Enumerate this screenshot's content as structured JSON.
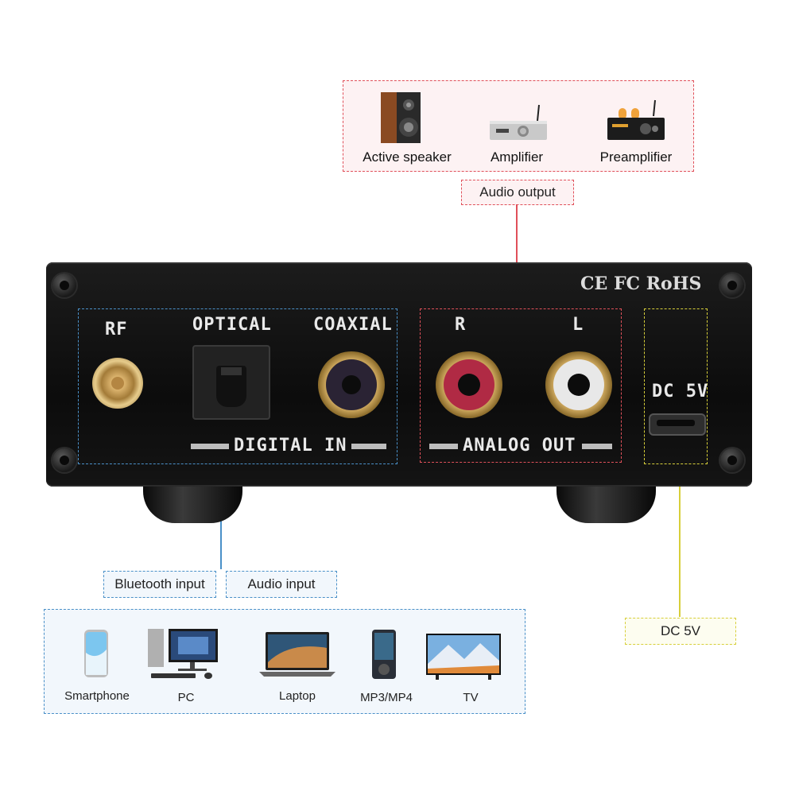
{
  "output_box": {
    "devices": [
      {
        "label": "Active speaker",
        "icon": "speaker-icon"
      },
      {
        "label": "Amplifier",
        "icon": "amplifier-icon"
      },
      {
        "label": "Preamplifier",
        "icon": "preamplifier-icon"
      }
    ],
    "tag": "Audio output"
  },
  "device_panel": {
    "certifications": "CE FC RoHS",
    "ports": {
      "rf": "RF",
      "optical": "OPTICAL",
      "coaxial": "COAXIAL",
      "right": "R",
      "left": "L",
      "dc": "DC 5V"
    },
    "group_labels": {
      "digital_in": "DIGITAL IN",
      "analog_out": "ANALOG OUT"
    }
  },
  "input_tags": {
    "bluetooth": "Bluetooth input",
    "audio": "Audio input"
  },
  "input_box": {
    "devices": [
      {
        "label": "Smartphone",
        "icon": "smartphone-icon"
      },
      {
        "label": "PC",
        "icon": "pc-icon"
      },
      {
        "label": "Laptop",
        "icon": "laptop-icon"
      },
      {
        "label": "MP3/MP4",
        "icon": "mp3-player-icon"
      },
      {
        "label": "TV",
        "icon": "tv-icon"
      }
    ]
  },
  "power_tag": "DC 5V",
  "colors": {
    "output_accent": "#e0505a",
    "input_accent": "#4a90c8",
    "power_accent": "#d7cf3a"
  }
}
